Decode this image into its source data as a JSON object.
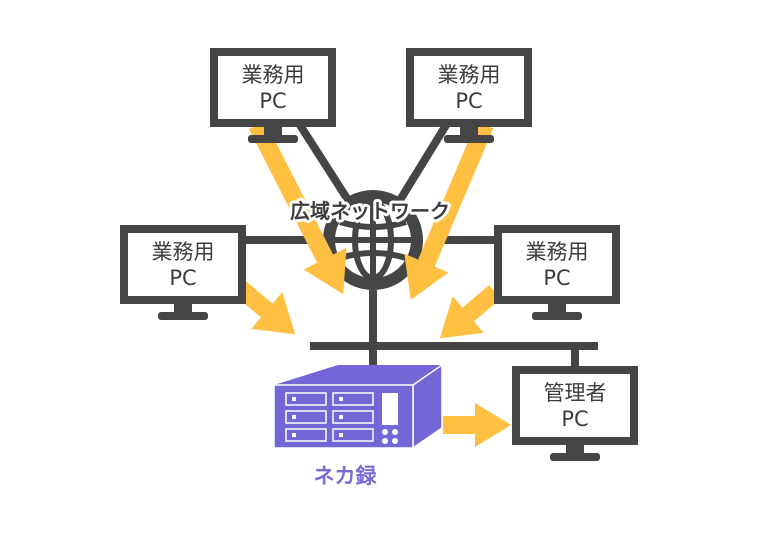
{
  "colors": {
    "line": "#454545",
    "arrow": "#ffbf40",
    "device": "#7466d6",
    "device_text": "#7a6ad6",
    "screen_bg": "#ffffff"
  },
  "network": {
    "label": "広域ネットワーク",
    "icon": "globe-icon"
  },
  "recorder": {
    "label": "ネカ録",
    "icon": "server-rack-icon"
  },
  "pcs": [
    {
      "id": "top-left",
      "line1": "業務用",
      "line2": "PC",
      "icon": "monitor-icon"
    },
    {
      "id": "top-right",
      "line1": "業務用",
      "line2": "PC",
      "icon": "monitor-icon"
    },
    {
      "id": "mid-left",
      "line1": "業務用",
      "line2": "PC",
      "icon": "monitor-icon"
    },
    {
      "id": "mid-right",
      "line1": "業務用",
      "line2": "PC",
      "icon": "monitor-icon"
    },
    {
      "id": "admin",
      "line1": "管理者",
      "line2": "PC",
      "icon": "monitor-icon"
    }
  ]
}
